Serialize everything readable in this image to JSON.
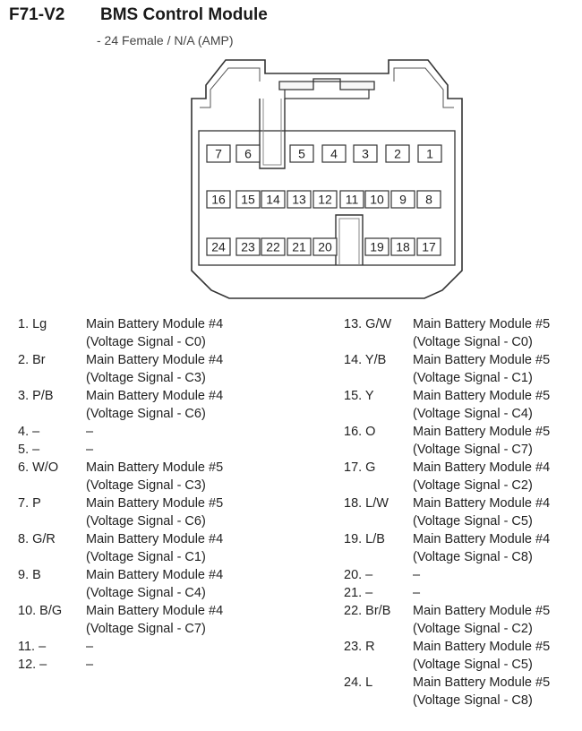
{
  "header": {
    "code": "F71-V2",
    "title": "BMS Control Module",
    "subtitle": "- 24 Female / N/A (AMP)"
  },
  "connector": {
    "row1": [
      "7",
      "6",
      "5",
      "4",
      "3",
      "2",
      "1"
    ],
    "row2": [
      "16",
      "15",
      "14",
      "13",
      "12",
      "11",
      "10",
      "9",
      "8"
    ],
    "row3": [
      "24",
      "23",
      "22",
      "21",
      "20",
      "19",
      "18",
      "17"
    ]
  },
  "pins": {
    "left": [
      {
        "label": "1. Lg",
        "line1": "Main Battery Module #4",
        "line2": "(Voltage Signal - C0)"
      },
      {
        "label": "2. Br",
        "line1": "Main Battery Module #4",
        "line2": "(Voltage Signal - C3)"
      },
      {
        "label": "3. P/B",
        "line1": "Main Battery Module #4",
        "line2": "(Voltage Signal - C6)"
      },
      {
        "label": "4. –",
        "line1": "–"
      },
      {
        "label": "5. –",
        "line1": "–"
      },
      {
        "label": "6. W/O",
        "line1": "Main Battery Module #5",
        "line2": "(Voltage Signal - C3)"
      },
      {
        "label": "7. P",
        "line1": "Main Battery Module #5",
        "line2": "(Voltage Signal - C6)"
      },
      {
        "label": "8. G/R",
        "line1": "Main Battery Module #4",
        "line2": "(Voltage Signal - C1)"
      },
      {
        "label": "9. B",
        "line1": "Main Battery Module #4",
        "line2": "(Voltage Signal - C4)"
      },
      {
        "label": "10. B/G",
        "line1": "Main Battery Module #4",
        "line2": "(Voltage Signal - C7)"
      },
      {
        "label": "11. –",
        "line1": "–"
      },
      {
        "label": "12. –",
        "line1": "–"
      }
    ],
    "right": [
      {
        "label": "13. G/W",
        "line1": "Main Battery Module #5",
        "line2": "(Voltage Signal - C0)"
      },
      {
        "label": "14. Y/B",
        "line1": "Main Battery Module #5",
        "line2": "(Voltage Signal - C1)"
      },
      {
        "label": "15. Y",
        "line1": "Main Battery Module #5",
        "line2": "(Voltage Signal - C4)"
      },
      {
        "label": "16. O",
        "line1": "Main Battery Module #5",
        "line2": "(Voltage Signal - C7)"
      },
      {
        "label": "17. G",
        "line1": "Main Battery Module #4",
        "line2": "(Voltage Signal - C2)"
      },
      {
        "label": "18. L/W",
        "line1": "Main Battery Module #4",
        "line2": "(Voltage Signal - C5)"
      },
      {
        "label": "19. L/B",
        "line1": "Main Battery Module #4",
        "line2": "(Voltage Signal - C8)"
      },
      {
        "label": "20. –",
        "line1": "–"
      },
      {
        "label": "21. –",
        "line1": "–"
      },
      {
        "label": "22. Br/B",
        "line1": "Main Battery Module #5",
        "line2": "(Voltage Signal - C2)"
      },
      {
        "label": "23. R",
        "line1": "Main Battery Module #5",
        "line2": "(Voltage Signal - C5)"
      },
      {
        "label": "24. L",
        "line1": "Main Battery Module #5",
        "line2": "(Voltage Signal - C8)"
      }
    ]
  }
}
